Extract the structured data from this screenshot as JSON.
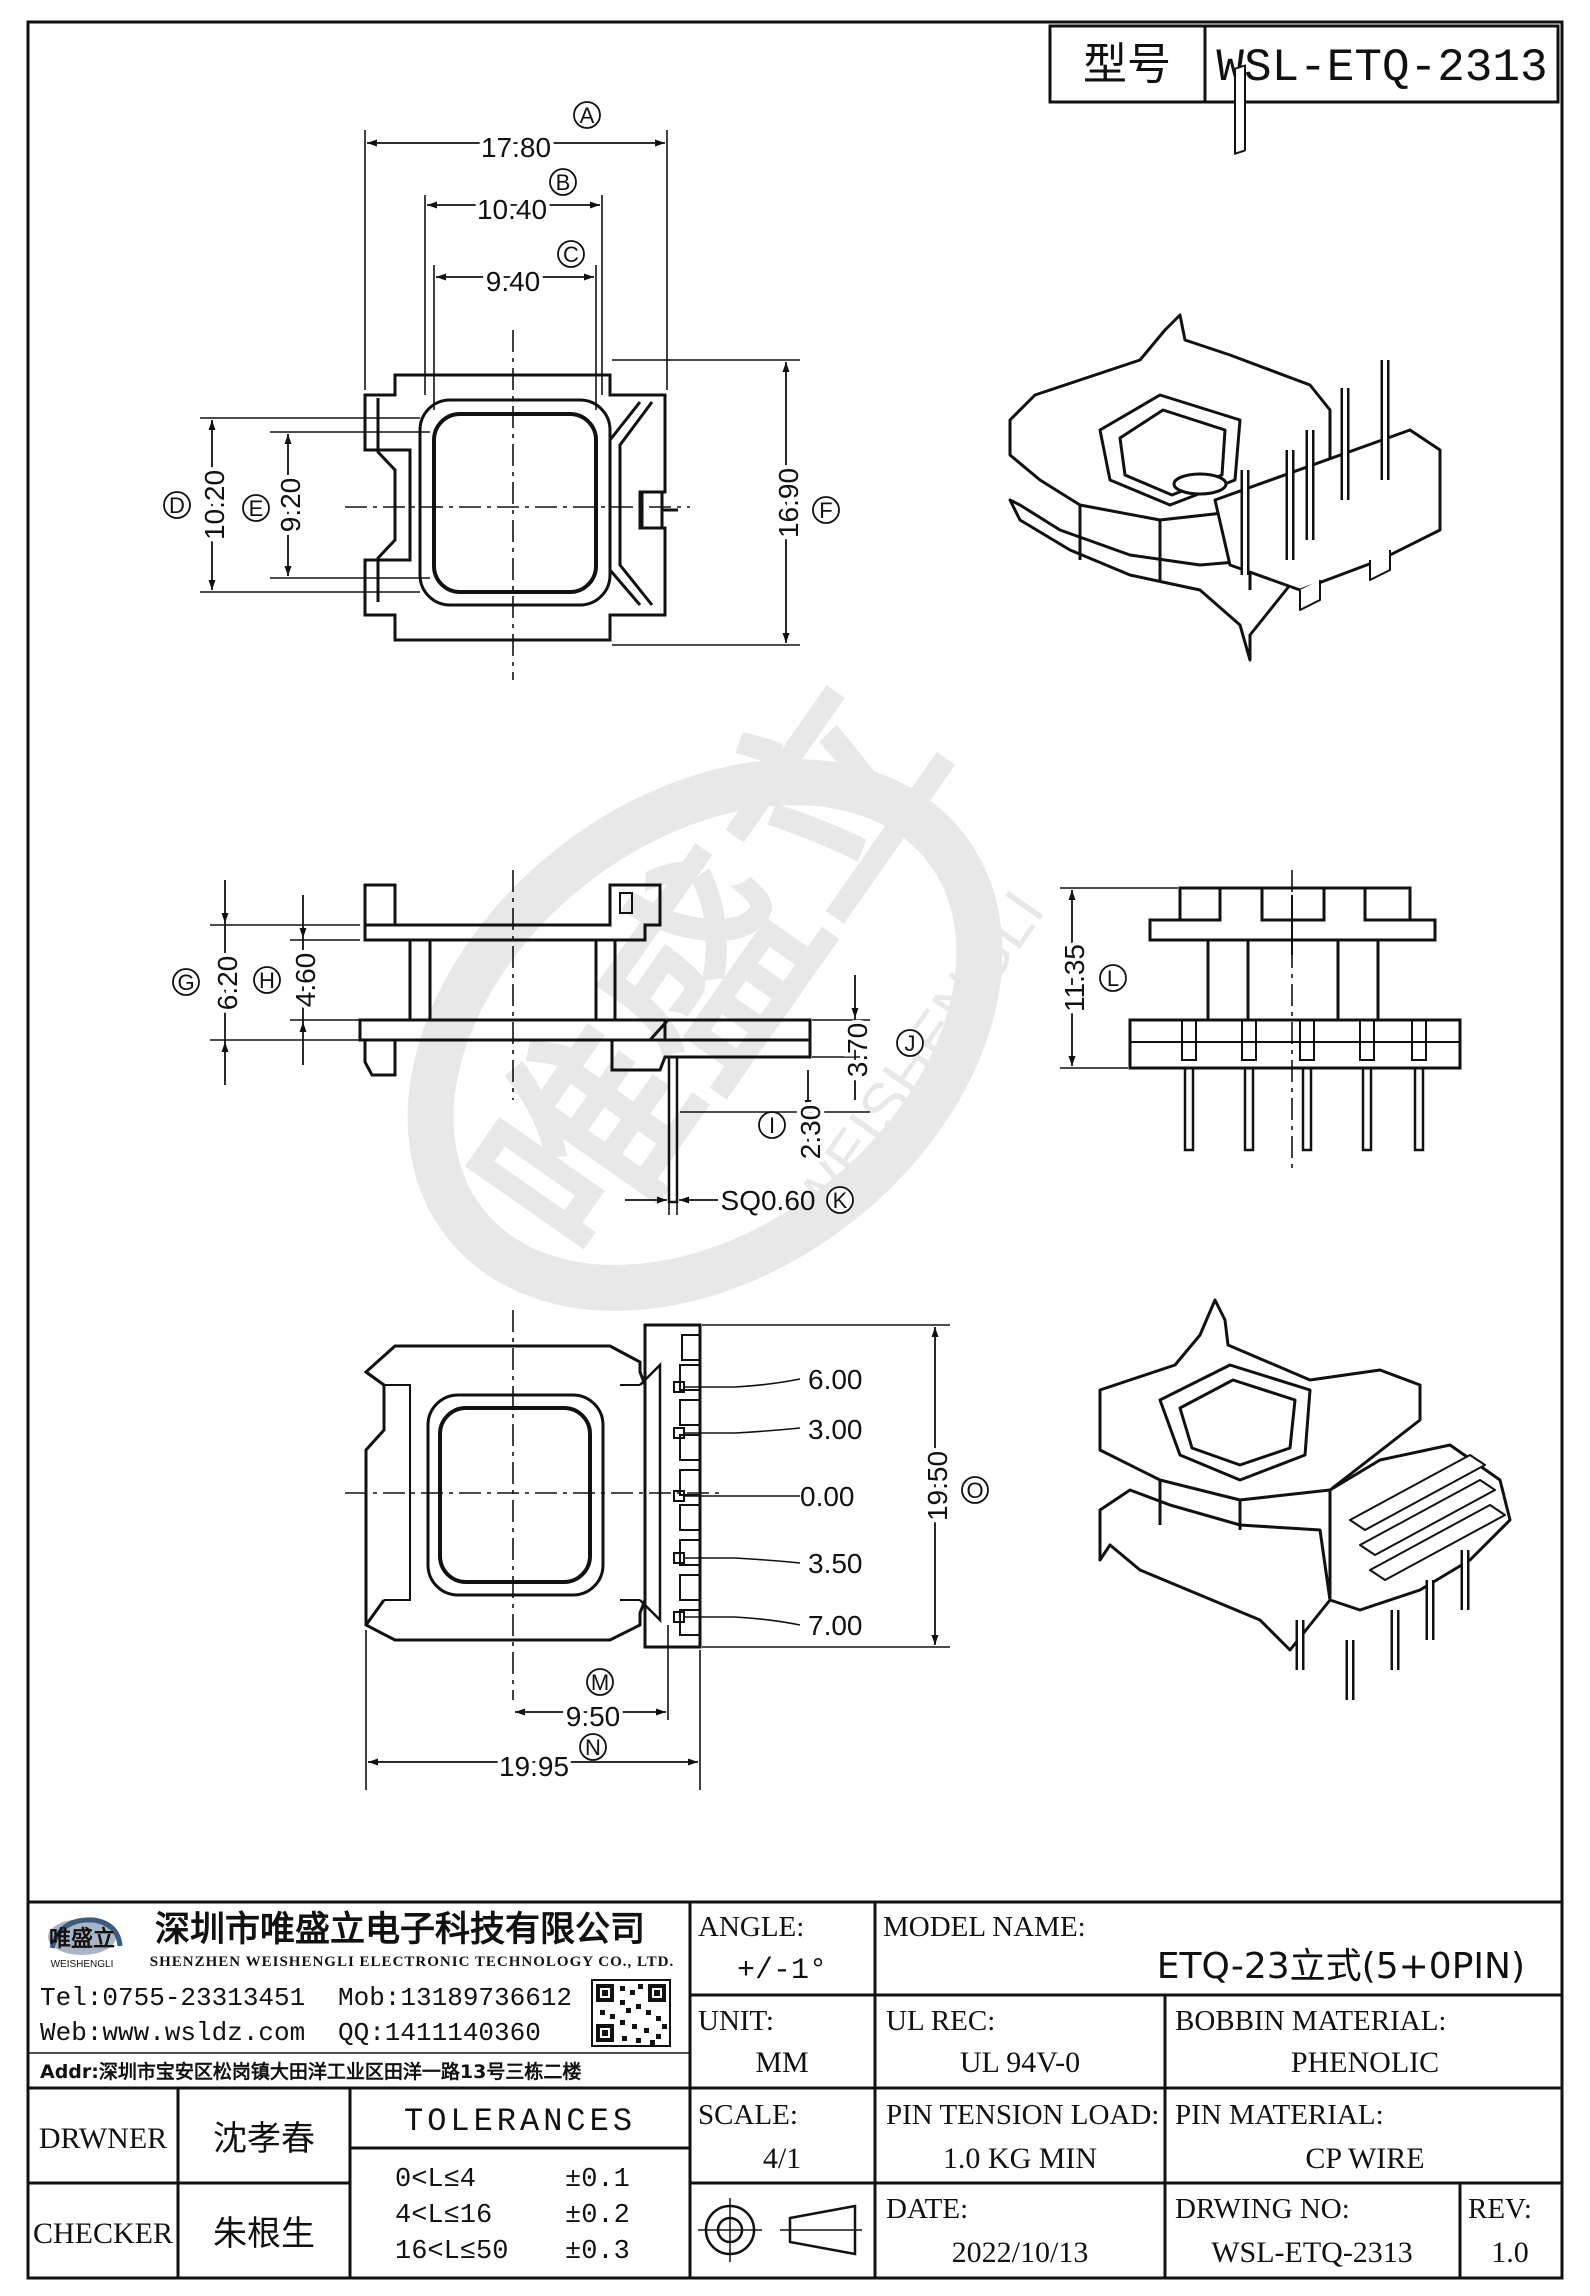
{
  "model_box": {
    "label": "型号",
    "value": "WSL-ETQ-2313"
  },
  "dims": {
    "A": {
      "letter": "A",
      "value": "17.80"
    },
    "B": {
      "letter": "B",
      "value": "10.40"
    },
    "C": {
      "letter": "C",
      "value": "9.40"
    },
    "D": {
      "letter": "D",
      "value": "10.20"
    },
    "E": {
      "letter": "E",
      "value": "9.20"
    },
    "F": {
      "letter": "F",
      "value": "16.90"
    },
    "G": {
      "letter": "G",
      "value": "6.20"
    },
    "H": {
      "letter": "H",
      "value": "4.60"
    },
    "I": {
      "letter": "I",
      "value": "2.30"
    },
    "J": {
      "letter": "J",
      "value": "3.70"
    },
    "K": {
      "letter": "K",
      "value": "SQ0.60"
    },
    "L": {
      "letter": "L",
      "value": "11.35"
    },
    "M": {
      "letter": "M",
      "value": "9.50"
    },
    "N": {
      "letter": "N",
      "value": "19.95"
    },
    "O": {
      "letter": "O",
      "value": "19.50"
    }
  },
  "pin_offsets": [
    "6.00",
    "3.00",
    "0.00",
    "3.50",
    "7.00"
  ],
  "watermark": {
    "cn": "唯盛立",
    "en": "WEISHENGLI"
  },
  "company": {
    "logo_cn": "唯盛立",
    "logo_en": "WEISHENGLI",
    "name_cn": "深圳市唯盛立电子科技有限公司",
    "name_en": "SHENZHEN WEISHENGLI ELECTRONIC TECHNOLOGY CO., LTD.",
    "tel": "Tel:0755-23313451",
    "mob": "Mob:13189736612",
    "web": "Web:www.wsldz.com",
    "qq": "QQ:1411140360",
    "addr": "Addr:深圳市宝安区松岗镇大田洋工业区田洋一路13号三栋二楼"
  },
  "title_block": {
    "angle_label": "ANGLE:",
    "angle_value": "+/-1°",
    "model_label": "MODEL NAME:",
    "model_value": "ETQ-23立式(5+0PIN)",
    "unit_label": "UNIT:",
    "unit_value": "MM",
    "ul_label": "UL REC:",
    "ul_value": "UL 94V-0",
    "bobbin_label": "BOBBIN MATERIAL:",
    "bobbin_value": "PHENOLIC",
    "drawer_label": "DRWNER",
    "drawer_value": "沈孝春",
    "checker_label": "CHECKER",
    "checker_value": "朱根生",
    "tol_title": "TOLERANCES",
    "tol_rows": [
      {
        "range": "0<L≤4",
        "value": "±0.1"
      },
      {
        "range": "4<L≤16",
        "value": "±0.2"
      },
      {
        "range": "16<L≤50",
        "value": "±0.3"
      }
    ],
    "scale_label": "SCALE:",
    "scale_value": "4/1",
    "pin_load_label": "PIN TENSION LOAD:",
    "pin_load_value": "1.0 KG MIN",
    "pin_mat_label": "PIN MATERIAL:",
    "pin_mat_value": "CP WIRE",
    "date_label": "DATE:",
    "date_value": "2022/10/13",
    "drwno_label": "DRWING NO:",
    "drwno_value": "WSL-ETQ-2313",
    "rev_label": "REV:",
    "rev_value": "1.0"
  }
}
